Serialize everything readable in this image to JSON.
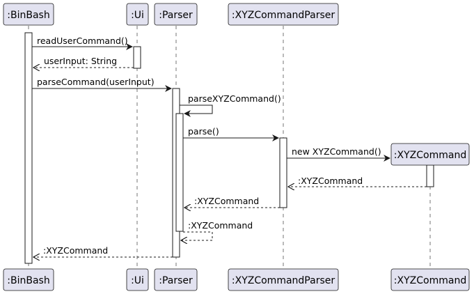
{
  "colors": {
    "participant_fill": "#e2e2f0",
    "participant_border": "#181818",
    "lifeline": "#181818",
    "activation_fill": "#ffffff",
    "arrow": "#181818",
    "text": "#000000"
  },
  "participants": [
    {
      "id": "binbash",
      "label": ":BinBash"
    },
    {
      "id": "ui",
      "label": ":Ui"
    },
    {
      "id": "parser",
      "label": ":Parser"
    },
    {
      "id": "xyzcp",
      "label": ":XYZCommandParser"
    },
    {
      "id": "xyzc",
      "label": ":XYZCommand"
    }
  ],
  "messages": [
    {
      "from": "binbash",
      "to": "ui",
      "label": "readUserCommand()",
      "kind": "sync"
    },
    {
      "from": "ui",
      "to": "binbash",
      "label": "userInput: String",
      "kind": "return"
    },
    {
      "from": "binbash",
      "to": "parser",
      "label": "parseCommand(userInput)",
      "kind": "sync"
    },
    {
      "from": "parser",
      "to": "parser",
      "label": "parseXYZCommand()",
      "kind": "self-sync"
    },
    {
      "from": "parser",
      "to": "xyzcp",
      "label": "parse()",
      "kind": "sync"
    },
    {
      "from": "xyzcp",
      "to": "xyzc",
      "label": "new XYZCommand()",
      "kind": "create"
    },
    {
      "from": "xyzc",
      "to": "xyzcp",
      "label": ":XYZCommand",
      "kind": "return"
    },
    {
      "from": "xyzcp",
      "to": "parser",
      "label": ":XYZCommand",
      "kind": "return"
    },
    {
      "from": "parser",
      "to": "parser",
      "label": ":XYZCommand",
      "kind": "self-return"
    },
    {
      "from": "parser",
      "to": "binbash",
      "label": ":XYZCommand",
      "kind": "return"
    }
  ]
}
